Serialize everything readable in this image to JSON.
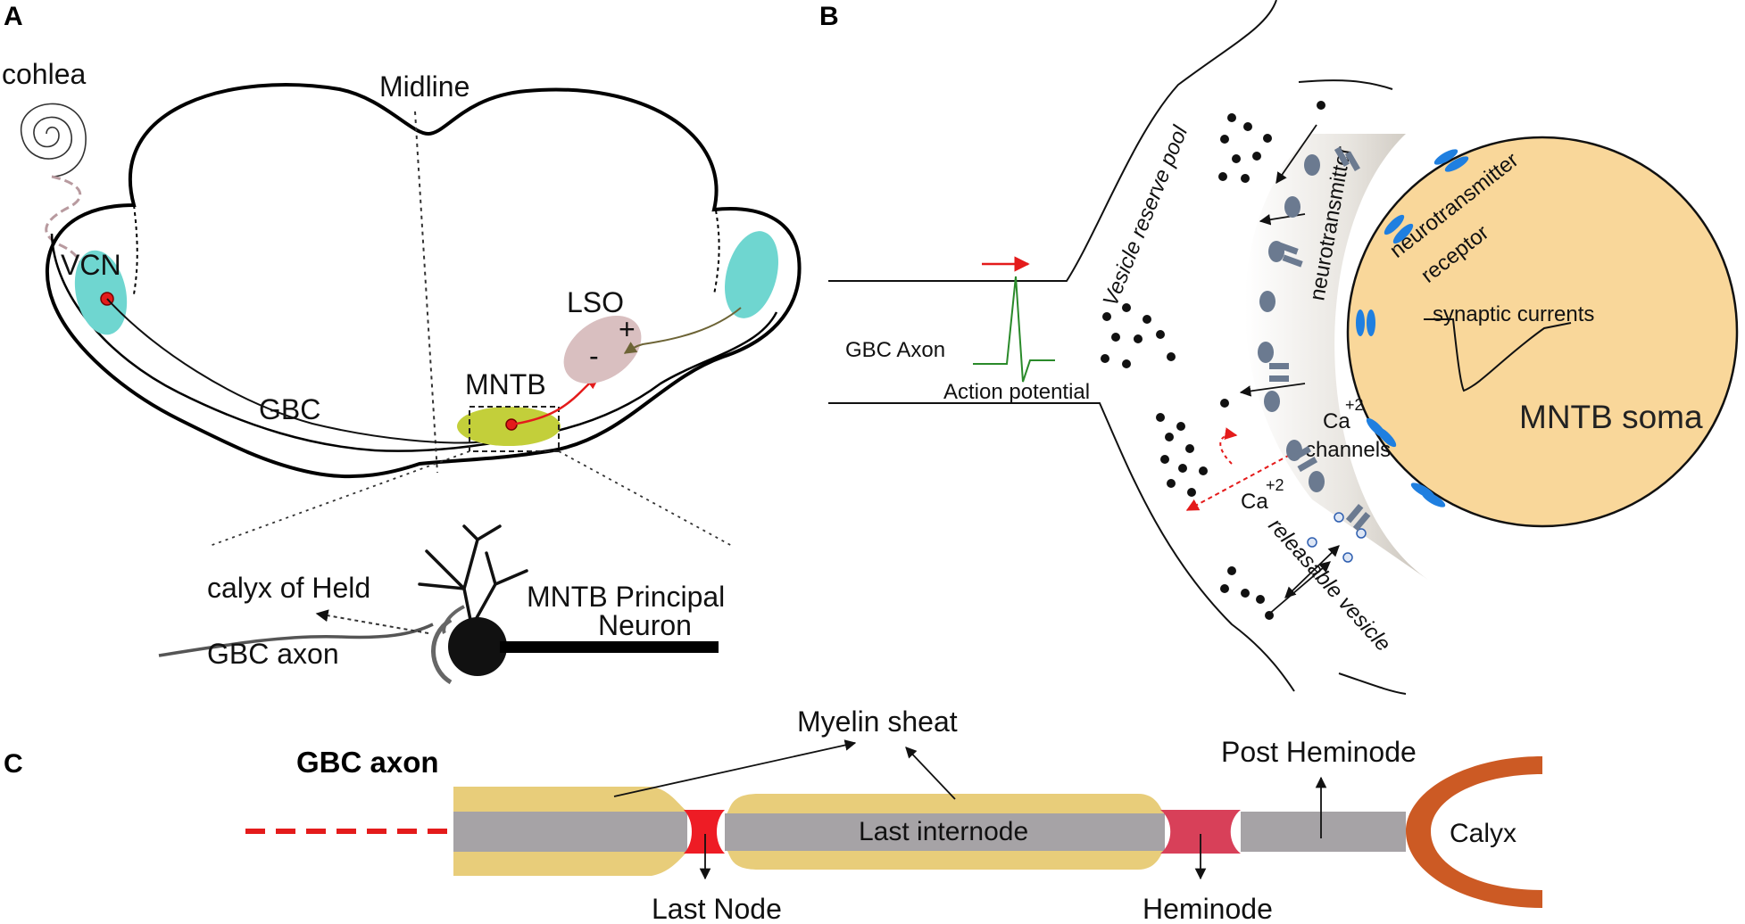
{
  "panels": {
    "a": "A",
    "b": "B",
    "c": "C"
  },
  "panel_a": {
    "cochlea": "cohlea",
    "midline": "Midline",
    "vcn": "VCN",
    "gbc": "GBC",
    "lso": "LSO",
    "mntb": "MNTB",
    "plus": "+",
    "minus": "-",
    "calyx": "calyx of Held",
    "gbc_axon": "GBC axon",
    "principal_1": "MNTB Principal",
    "principal_2": "Neuron"
  },
  "panel_b": {
    "reserve_pool": "Vesicle reserve pool",
    "gbc_axon": "GBC Axon",
    "action_potential": "Action potential",
    "neurotransmitter": "neurotransmitter",
    "nt_receptor_1": "neurotransmitter",
    "nt_receptor_2": "receptor",
    "synaptic_currents": "synaptic currents",
    "mntb_soma": "MNTB soma",
    "ca": "Ca",
    "sup2": "+2",
    "channels": "channels",
    "ca2": "Ca",
    "sup2b": "+2",
    "releasable": "releasable vesicle"
  },
  "panel_c": {
    "title": "GBC axon",
    "myelin": "Myelin sheat",
    "post_heminode": "Post Heminode",
    "last_internode": "Last internode",
    "calyx": "Calyx",
    "last_node": "Last Node",
    "heminode": "Heminode"
  },
  "colors": {
    "nucleus_cyan": "#6fd6d0",
    "mntb_green": "#c3cf3a",
    "lso_pink": "#d9bfc0",
    "soma": "#f9d79a",
    "myelin": "#e8cd7a",
    "axon_grey": "#a6a3a6",
    "node_red": "#ee1c25",
    "heminode_red": "#d84059",
    "calyx_orange": "#cc5a24",
    "channel_blue": "#1f7fe0",
    "membrane_grey": "#6b7a90"
  }
}
